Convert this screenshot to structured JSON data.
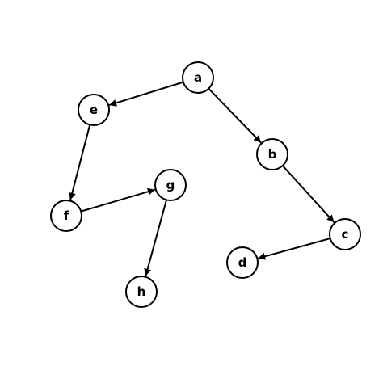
{
  "graph": {
    "directed": true,
    "nodes": [
      {
        "id": "a",
        "label": "a"
      },
      {
        "id": "b",
        "label": "b"
      },
      {
        "id": "c",
        "label": "c"
      },
      {
        "id": "d",
        "label": "d"
      },
      {
        "id": "e",
        "label": "e"
      },
      {
        "id": "f",
        "label": "f"
      },
      {
        "id": "g",
        "label": "g"
      },
      {
        "id": "h",
        "label": "h"
      }
    ],
    "edges": [
      {
        "from": "a",
        "to": "e"
      },
      {
        "from": "a",
        "to": "b"
      },
      {
        "from": "b",
        "to": "c"
      },
      {
        "from": "c",
        "to": "d"
      },
      {
        "from": "e",
        "to": "f"
      },
      {
        "from": "f",
        "to": "g"
      },
      {
        "from": "g",
        "to": "h"
      }
    ]
  }
}
